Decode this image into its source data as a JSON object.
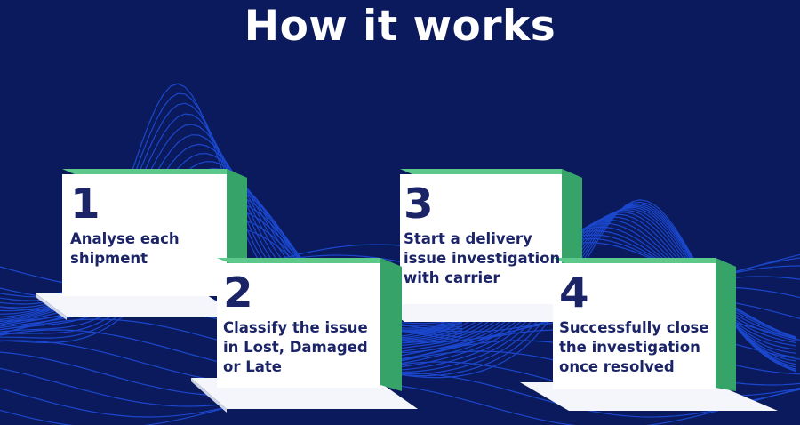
{
  "title": "How it works",
  "colors": {
    "background": "#0b1a5c",
    "wave_lines": "#1e4fe0",
    "card_face": "#ffffff",
    "card_side": "#3aa86d",
    "card_top": "#4ec27f",
    "platform": "#ffffff",
    "text": "#1b2466"
  },
  "steps": [
    {
      "number": "1",
      "text": "Analyse each\nshipment"
    },
    {
      "number": "2",
      "text": "Classify the issue\nin Lost, Damaged\nor Late"
    },
    {
      "number": "3",
      "text": "Start a delivery\nissue investigation\nwith carrier"
    },
    {
      "number": "4",
      "text": "Successfully close\nthe investigation\nonce resolved"
    }
  ]
}
